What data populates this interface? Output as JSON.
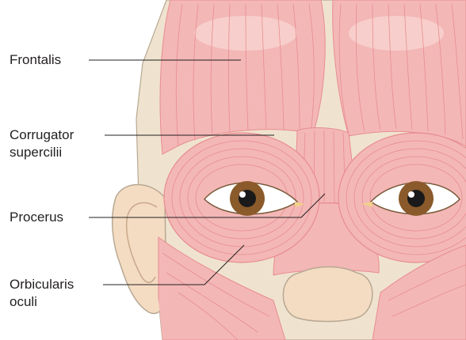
{
  "labels": {
    "frontalis": "Frontalis",
    "corrugator_line1": "Corrugator",
    "corrugator_line2": "supercilii",
    "procerus": "Procerus",
    "orbicularis_line1": "Orbicularis",
    "orbicularis_line2": "oculi"
  },
  "colors": {
    "muscle": "#f3b7b6",
    "muscle_fibre": "#e88d90",
    "skin": "#f4dcc3",
    "skin_outline": "#b8a893",
    "iris": "#8a5a2b",
    "leader_line": "#231f20"
  }
}
